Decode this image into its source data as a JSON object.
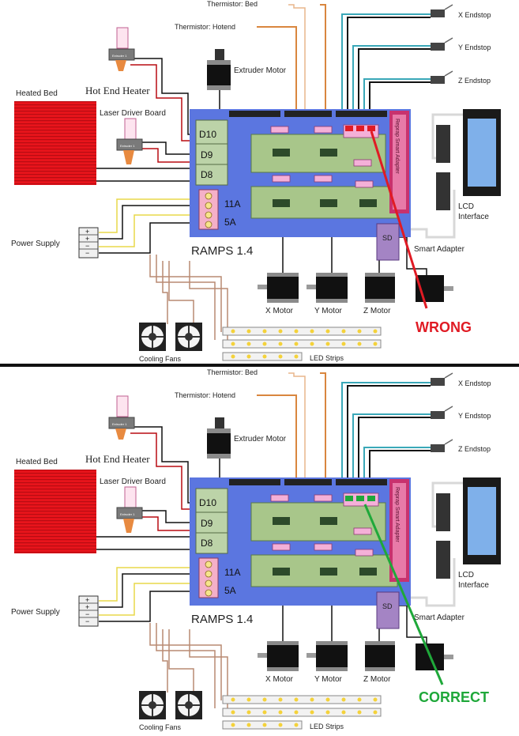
{
  "labels": {
    "thermistor_bed": "Thermistor: Bed",
    "thermistor_hotend": "Thermistor: Hotend",
    "extruder_motor": "Extruder Motor",
    "hot_end_heater": "Hot End Heater",
    "laser_driver_board": "Laser Driver Board",
    "heated_bed": "Heated Bed",
    "power_supply": "Power Supply",
    "ramps": "RAMPS 1.4",
    "d10": "D10",
    "d9": "D9",
    "d8": "D8",
    "a11": "11A",
    "a5": "5A",
    "x_endstop": "X Endstop",
    "y_endstop": "Y Endstop",
    "z_endstop": "Z Endstop",
    "lcd": "LCD",
    "interface": "Interface",
    "smart_adapter": "Smart Adapter",
    "sd": "SD",
    "reprap_adapter": "Reprap Smart Adapter",
    "x_motor": "X Motor",
    "y_motor": "Y Motor",
    "z_motor": "Z Motor",
    "cooling_fans": "Cooling Fans",
    "led_strips": "LED Strips",
    "extruder_chip": "Extruder 1"
  },
  "panels": [
    {
      "verdict": "WRONG",
      "verdict_color": "#e01b24"
    },
    {
      "verdict": "CORRECT",
      "verdict_color": "#1fa83a"
    }
  ],
  "colors": {
    "board": "#5b76e0",
    "heated_bed": "#e8141b",
    "divider": "#111111",
    "wire_orange": "#d9863e",
    "wire_yellow": "#e8d84a",
    "wire_teal": "#3aa8b8",
    "wire_black": "#111111",
    "wire_brown": "#b98a72"
  }
}
